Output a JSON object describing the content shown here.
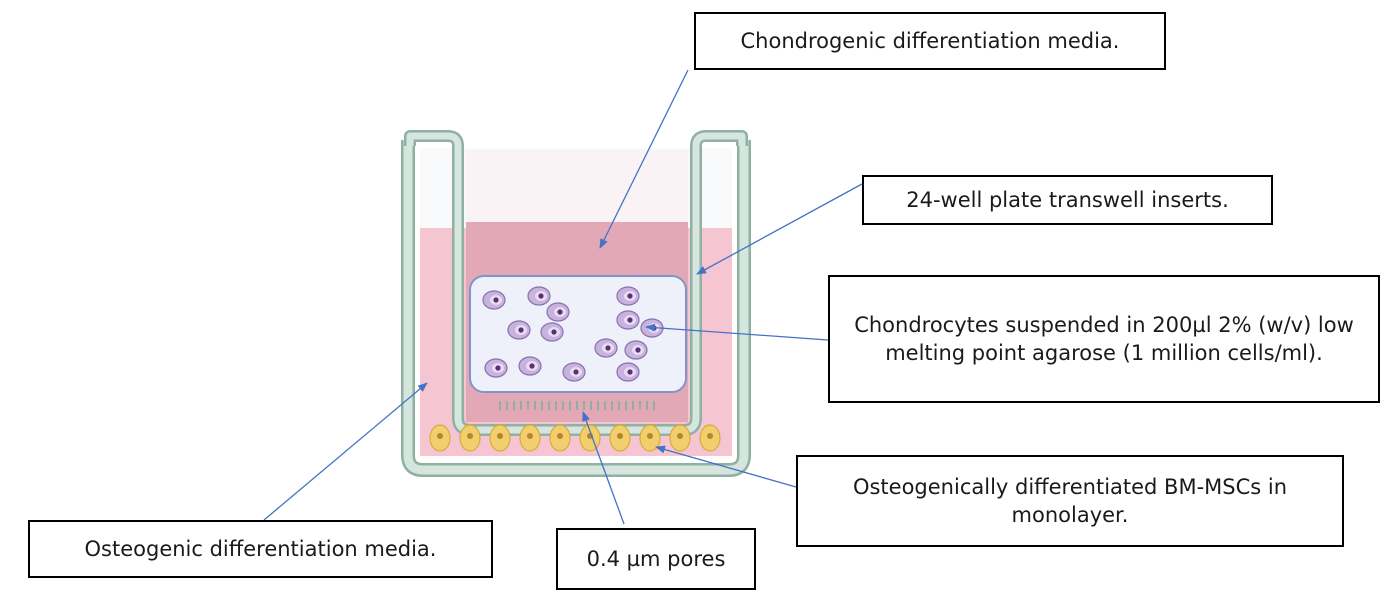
{
  "labels": {
    "chondrogenic_media": "Chondrogenic differentiation media.",
    "transwell_inserts": "24-well plate transwell inserts.",
    "chondrocytes": "Chondrocytes suspended in 200µl 2% (w/v) low melting point agarose (1 million cells/ml).",
    "osteogenic_cells": "Osteogenically differentiated BM-MSCs in monolayer.",
    "pores": "0.4 µm pores",
    "osteogenic_media": "Osteogenic differentiation media."
  },
  "colors": {
    "arrow": "#4472c4",
    "outer_well_media": "#f6c5d2",
    "insert_media": "#e3a8b6",
    "wall": "#cfe0d8",
    "wall_stroke": "#8fb0a2",
    "agarose": "#eef1fa",
    "agarose_stroke": "#7f95c9",
    "cell_fill": "#c7b3dd",
    "cell_nucleus": "#5a2f74",
    "bmsc_fill": "#f2cf6e"
  }
}
